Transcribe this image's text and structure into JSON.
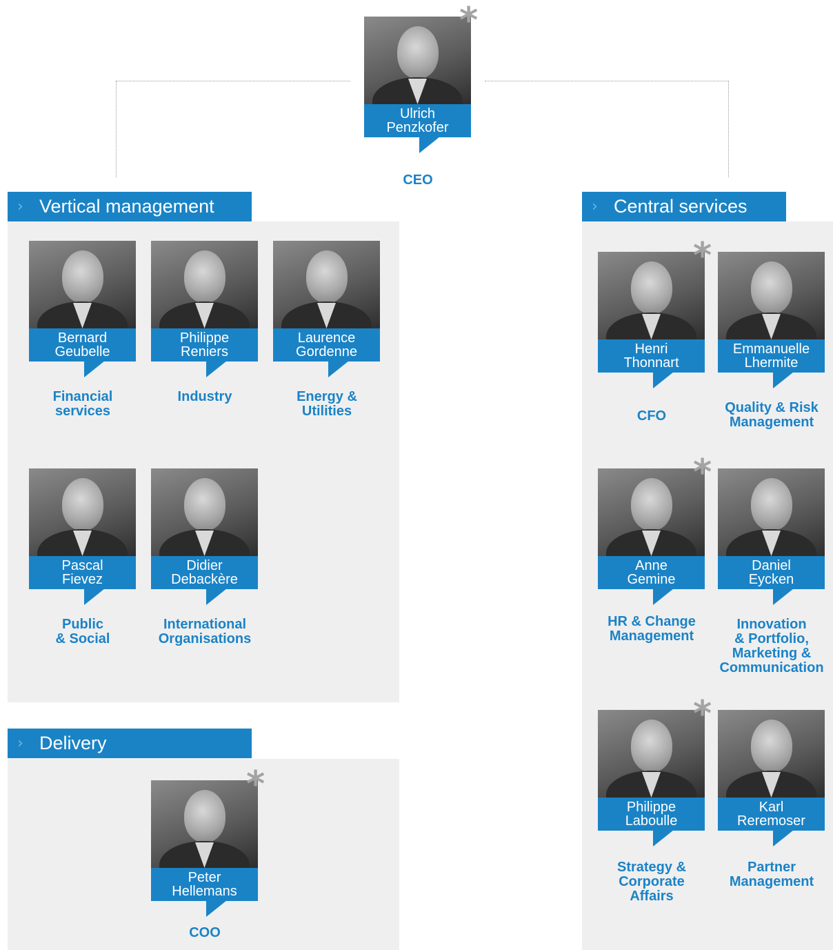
{
  "colors": {
    "accent": "#1a83c6",
    "panel": "#efeff0",
    "asterisk": "#a3a3a3"
  },
  "ceo": {
    "name_line1": "Ulrich",
    "name_line2": "Penzkofer",
    "role": "CEO",
    "marker": "*"
  },
  "vertical_management": {
    "title": "Vertical management",
    "members": [
      {
        "name_line1": "Bernard",
        "name_line2": "Geubelle",
        "role": "Financial\nservices"
      },
      {
        "name_line1": "Philippe",
        "name_line2": "Reniers",
        "role": "Industry"
      },
      {
        "name_line1": "Laurence",
        "name_line2": "Gordenne",
        "role": "Energy &\nUtilities"
      },
      {
        "name_line1": "Pascal",
        "name_line2": "Fievez",
        "role": "Public\n& Social"
      },
      {
        "name_line1": "Didier",
        "name_line2": "Debackère",
        "role": "International\nOrganisations"
      }
    ]
  },
  "delivery": {
    "title": "Delivery",
    "members": [
      {
        "name_line1": "Peter",
        "name_line2": "Hellemans",
        "role": "COO",
        "marker": "*"
      }
    ]
  },
  "central_services": {
    "title": "Central services",
    "members": [
      {
        "name_line1": "Henri",
        "name_line2": "Thonnart",
        "role": "CFO",
        "marker": "*"
      },
      {
        "name_line1": "Emmanuelle",
        "name_line2": "Lhermite",
        "role": "Quality & Risk\nManagement"
      },
      {
        "name_line1": "Anne",
        "name_line2": "Gemine",
        "role": "HR & Change\nManagement",
        "marker": "*"
      },
      {
        "name_line1": "Daniel",
        "name_line2": "Eycken",
        "role": "Innovation\n& Portfolio,\nMarketing &\nCommunication"
      },
      {
        "name_line1": "Philippe",
        "name_line2": "Laboulle",
        "role": "Strategy &\nCorporate\nAffairs",
        "marker": "*"
      },
      {
        "name_line1": "Karl",
        "name_line2": "Reremoser",
        "role": "Partner\nManagement"
      }
    ]
  }
}
